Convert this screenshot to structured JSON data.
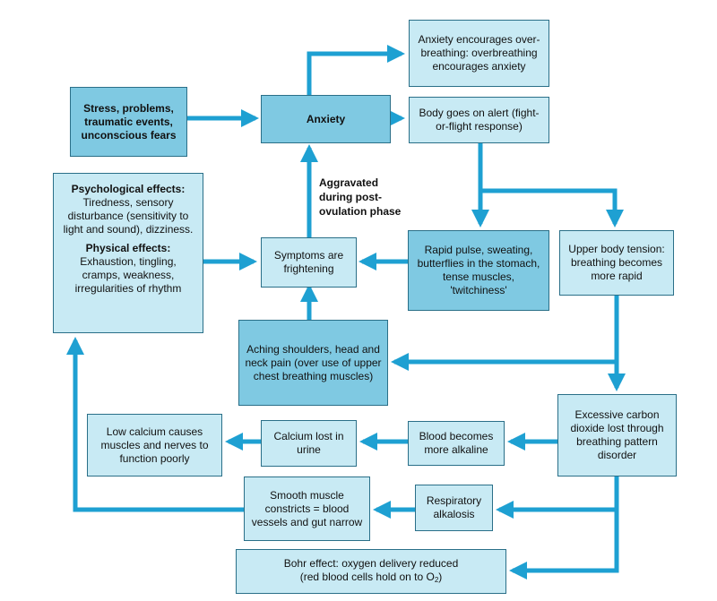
{
  "boxes": {
    "stress": "Stress, problems, traumatic events, unconscious fears",
    "anxiety": "Anxiety",
    "overbreathing": "Anxiety encourages over-breathing: overbreathing encourages anxiety",
    "alert": "Body goes on alert (fight-or-flight response)",
    "effects": {
      "psych_heading": "Psychological effects:",
      "psych_text": "Tiredness, sensory disturbance (sensitivity to light and sound), dizziness.",
      "phys_heading": "Physical effects:",
      "phys_text": "Exhaustion, tingling, cramps, weakness, irregularities of rhythm"
    },
    "symptoms": "Symptoms are frightening",
    "rapid_pulse": "Rapid pulse, sweating, butterflies in the stomach, tense muscles, 'twitchiness'",
    "upper_body": "Upper body tension: breathing becomes more rapid",
    "aching": "Aching shoulders, head and neck pain (over use of upper chest breathing muscles)",
    "excessive_co2": "Excessive carbon dioxide lost through breathing pattern disorder",
    "low_calcium": "Low calcium causes muscles and nerves to function poorly",
    "calcium_lost": "Calcium lost in urine",
    "alkaline": "Blood becomes more alkaline",
    "smooth_muscle": "Smooth muscle constricts = blood vessels and gut narrow",
    "alkalosis": "Respiratory alkalosis",
    "bohr_line1": "Bohr effect: oxygen delivery reduced",
    "bohr_line2": "(red blood cells hold on to O",
    "bohr_sub": "2",
    "bohr_end": ")"
  },
  "annotation": "Aggravated during post-ovulation phase",
  "colors": {
    "arrow": "#1ea0d2",
    "box_light": "#c8eaf4",
    "box_dark": "#7fc9e2",
    "border": "#2a6f88"
  }
}
